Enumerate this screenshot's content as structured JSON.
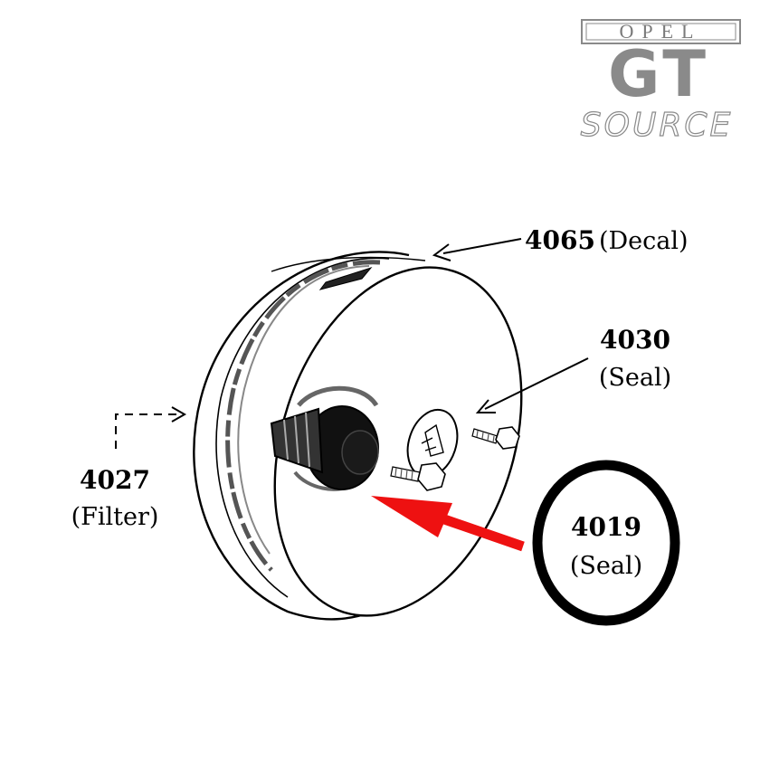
{
  "logo": {
    "brand": "OPEL",
    "model": "GT",
    "sub": "SOURCE",
    "color": "#8a8a8a"
  },
  "callouts": [
    {
      "id": "decal",
      "number": "4065",
      "text": "(Decal)"
    },
    {
      "id": "seal-4030",
      "number": "4030",
      "text": "(Seal)"
    },
    {
      "id": "filter",
      "number": "4027",
      "text": "(Filter)"
    },
    {
      "id": "seal-4019",
      "number": "4019",
      "text": "(Seal)"
    }
  ],
  "colors": {
    "highlight_arrow": "#ee1111",
    "line": "#000000"
  }
}
